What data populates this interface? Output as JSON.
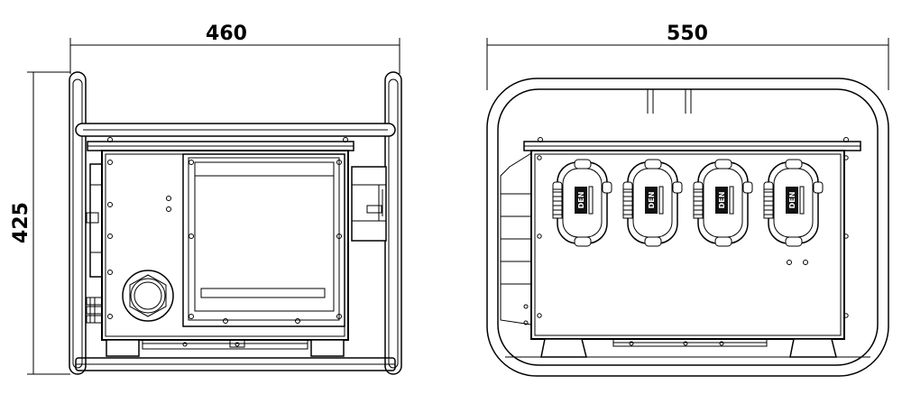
{
  "left_view": {
    "width_dimension": "460",
    "height_dimension": "425"
  },
  "right_view": {
    "width_dimension": "550",
    "socket_count": 4,
    "socket_logo": "DEN"
  }
}
